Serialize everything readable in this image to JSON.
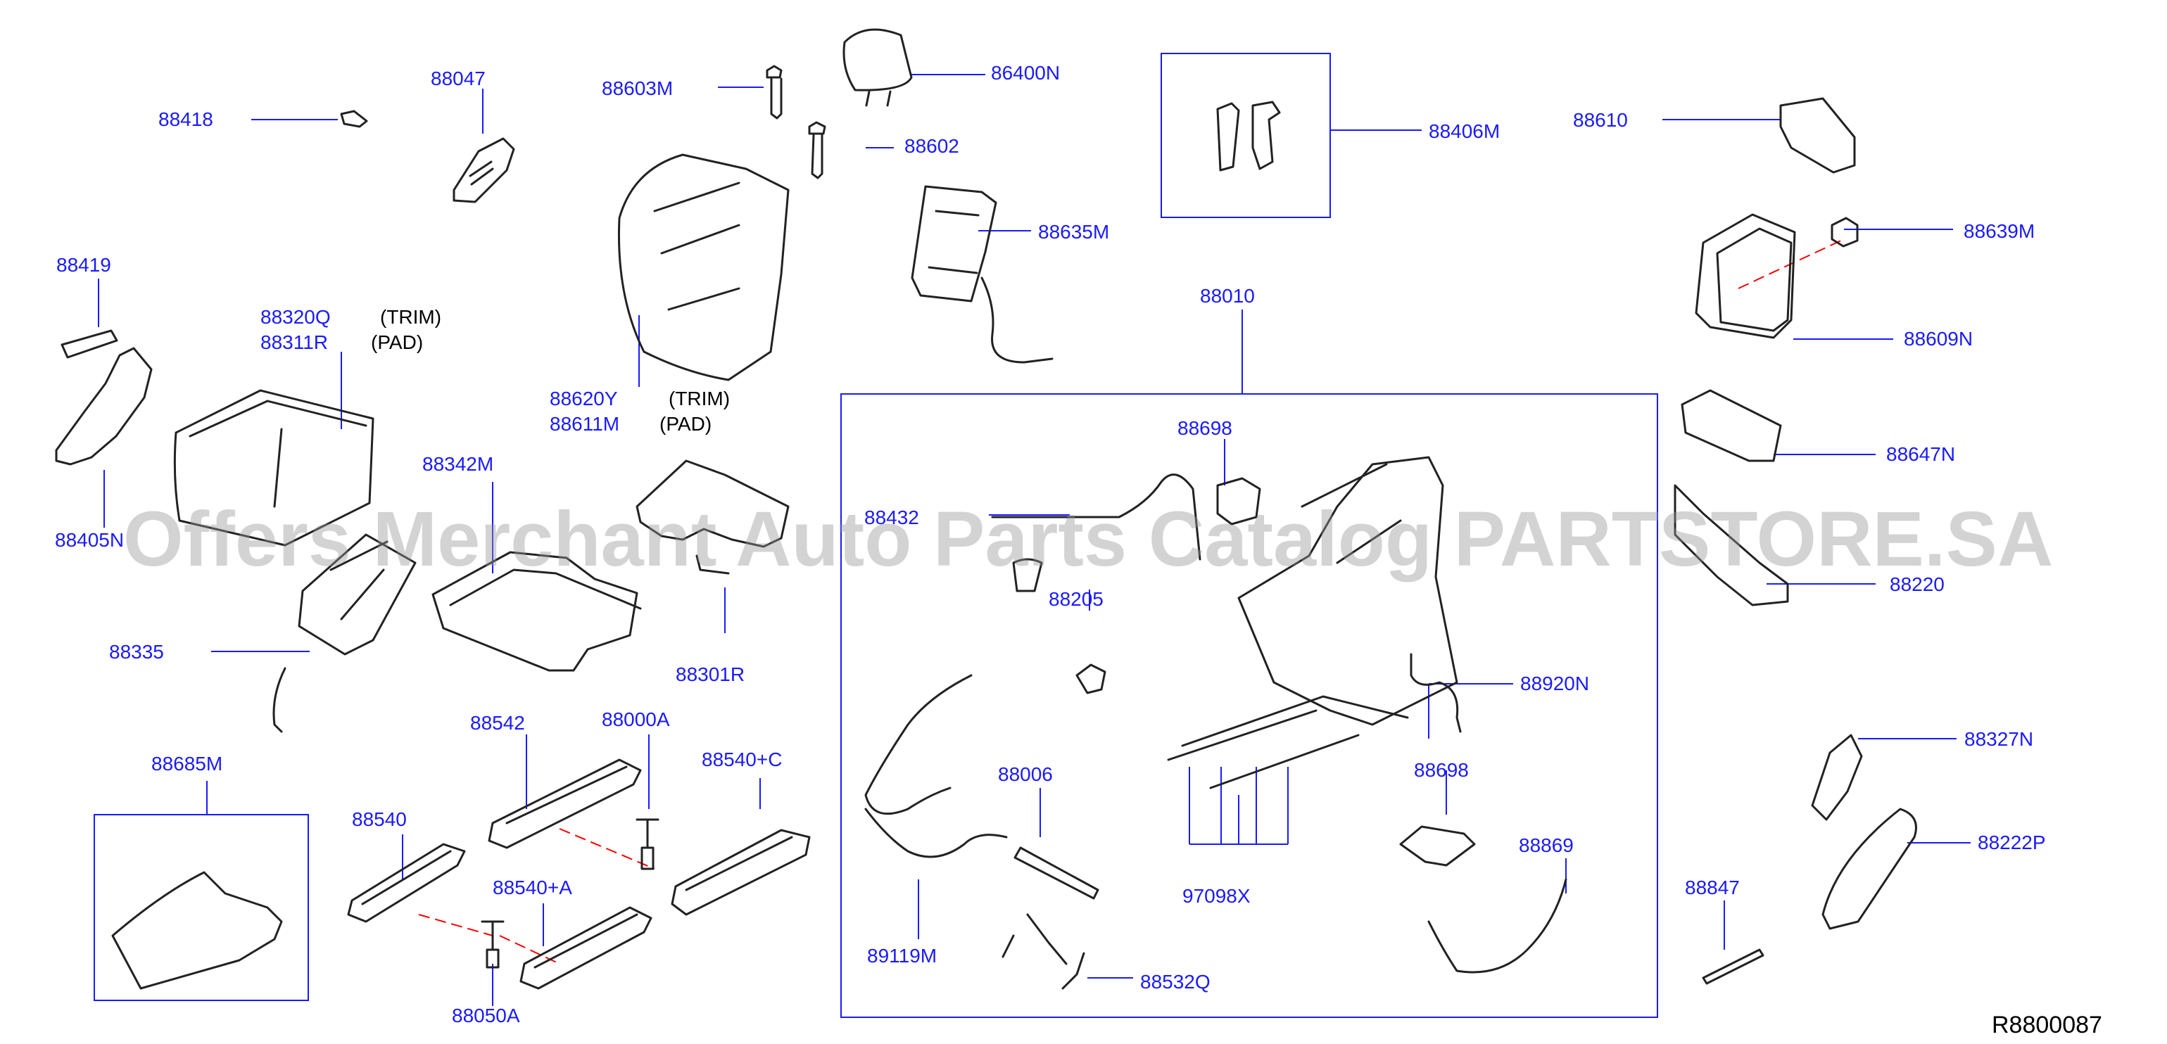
{
  "diagram_code": "R8800087",
  "watermark": "Offers Merchant Auto Parts Catalog PARTSTORE.SA",
  "colors": {
    "part_number": "#1a1aff",
    "annotation": "#000000",
    "phantom_line": "#ff0000",
    "leader": "#1a1aff",
    "line_art": "#222222"
  },
  "parts": {
    "p88418": "88418",
    "p88047": "88047",
    "p88603M": "88603M",
    "p86400N": "86400N",
    "p88602": "88602",
    "p88406M": "88406M",
    "p88610": "88610",
    "p88639M": "88639M",
    "p88609N": "88609N",
    "p88635M": "88635M",
    "p88419": "88419",
    "p88320Q": "88320Q",
    "p88311R": "88311R",
    "p88620Y": "88620Y",
    "p88611M": "88611M",
    "p88010": "88010",
    "p88647N": "88647N",
    "p88405N": "88405N",
    "p88342M": "88342M",
    "p88698a": "88698",
    "p88432": "88432",
    "p88220": "88220",
    "p88335": "88335",
    "p88301R": "88301R",
    "p88205": "88205",
    "p88920N": "88920N",
    "p88698b": "88698",
    "p88542": "88542",
    "p88000A": "88000A",
    "p88540C": "88540+C",
    "p88685M": "88685M",
    "p88006": "88006",
    "p88327N": "88327N",
    "p88540": "88540",
    "p88869": "88869",
    "p88222P": "88222P",
    "p88540A": "88540+A",
    "p97098X": "97098X",
    "p88847": "88847",
    "p89119M": "89119M",
    "p88532Q": "88532Q",
    "p88050A": "88050A"
  },
  "annotations": {
    "trim_a": "(TRIM)",
    "pad_a": "(PAD)",
    "trim_b": "(TRIM)",
    "pad_b": "(PAD)"
  }
}
